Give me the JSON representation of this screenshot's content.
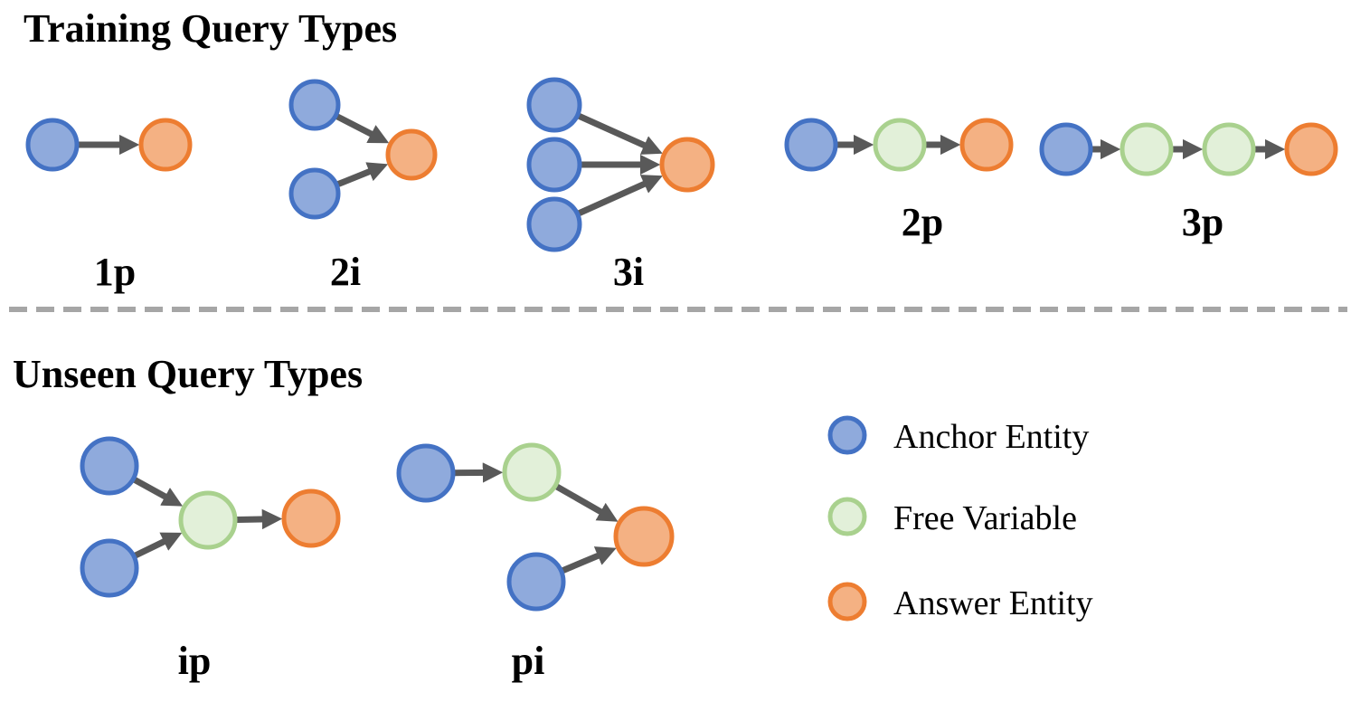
{
  "sections": {
    "training_title": "Training Query Types",
    "unseen_title": "Unseen Query Types"
  },
  "query_labels": {
    "q1p": "1p",
    "q2i": "2i",
    "q3i": "3i",
    "q2p": "2p",
    "q3p": "3p",
    "qip": "ip",
    "qpi": "pi"
  },
  "legend": {
    "anchor": "Anchor Entity",
    "free": "Free Variable",
    "answer": "Answer Entity"
  },
  "colors": {
    "anchor_fill": "#8faadc",
    "anchor_stroke": "#4472c4",
    "free_fill": "#e2f0d9",
    "free_stroke": "#a9d18e",
    "answer_fill": "#f4b183",
    "answer_stroke": "#ed7d31",
    "edge": "#595959",
    "divider": "#a6a6a6"
  }
}
